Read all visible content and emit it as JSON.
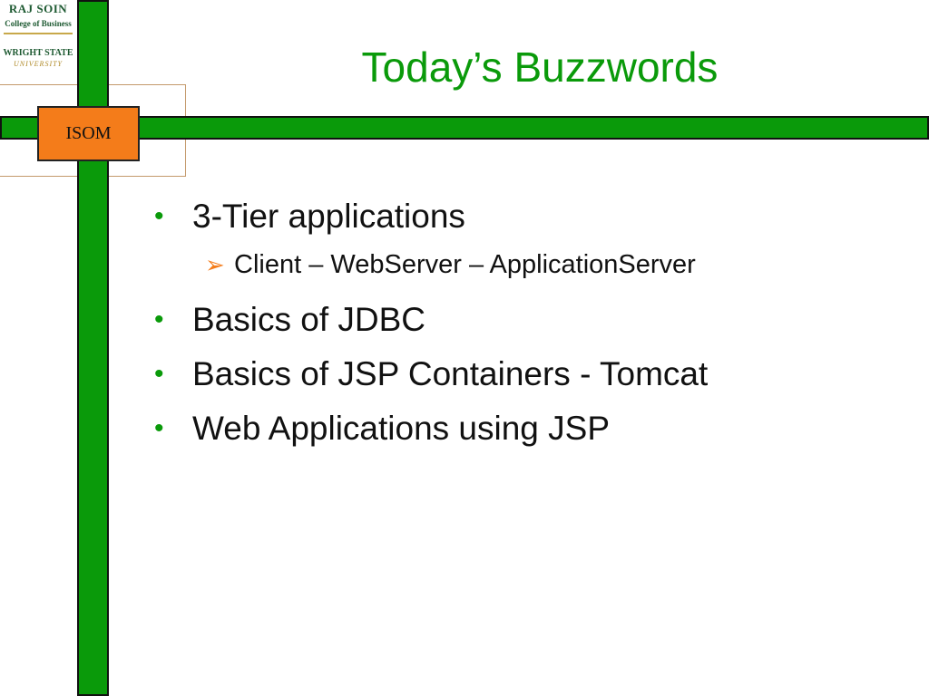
{
  "logo": {
    "line1": "RAJ SOIN",
    "line2": "College of Business",
    "line3": "WRIGHT STATE",
    "line4": "UNIVERSITY"
  },
  "badge": {
    "label": "ISOM"
  },
  "title": "Today’s Buzzwords",
  "bullets": [
    {
      "text": "3-Tier applications",
      "sub": [
        "Client – WebServer – ApplicationServer"
      ]
    },
    {
      "text": "Basics of JDBC"
    },
    {
      "text": "Basics of JSP Containers - Tomcat"
    },
    {
      "text": "Web Applications using JSP"
    }
  ],
  "icons": {
    "bullet": "•",
    "sub_bullet": "➢"
  },
  "colors": {
    "accent_green": "#0a9a0a",
    "accent_orange": "#f47c1a",
    "text": "#111111"
  }
}
